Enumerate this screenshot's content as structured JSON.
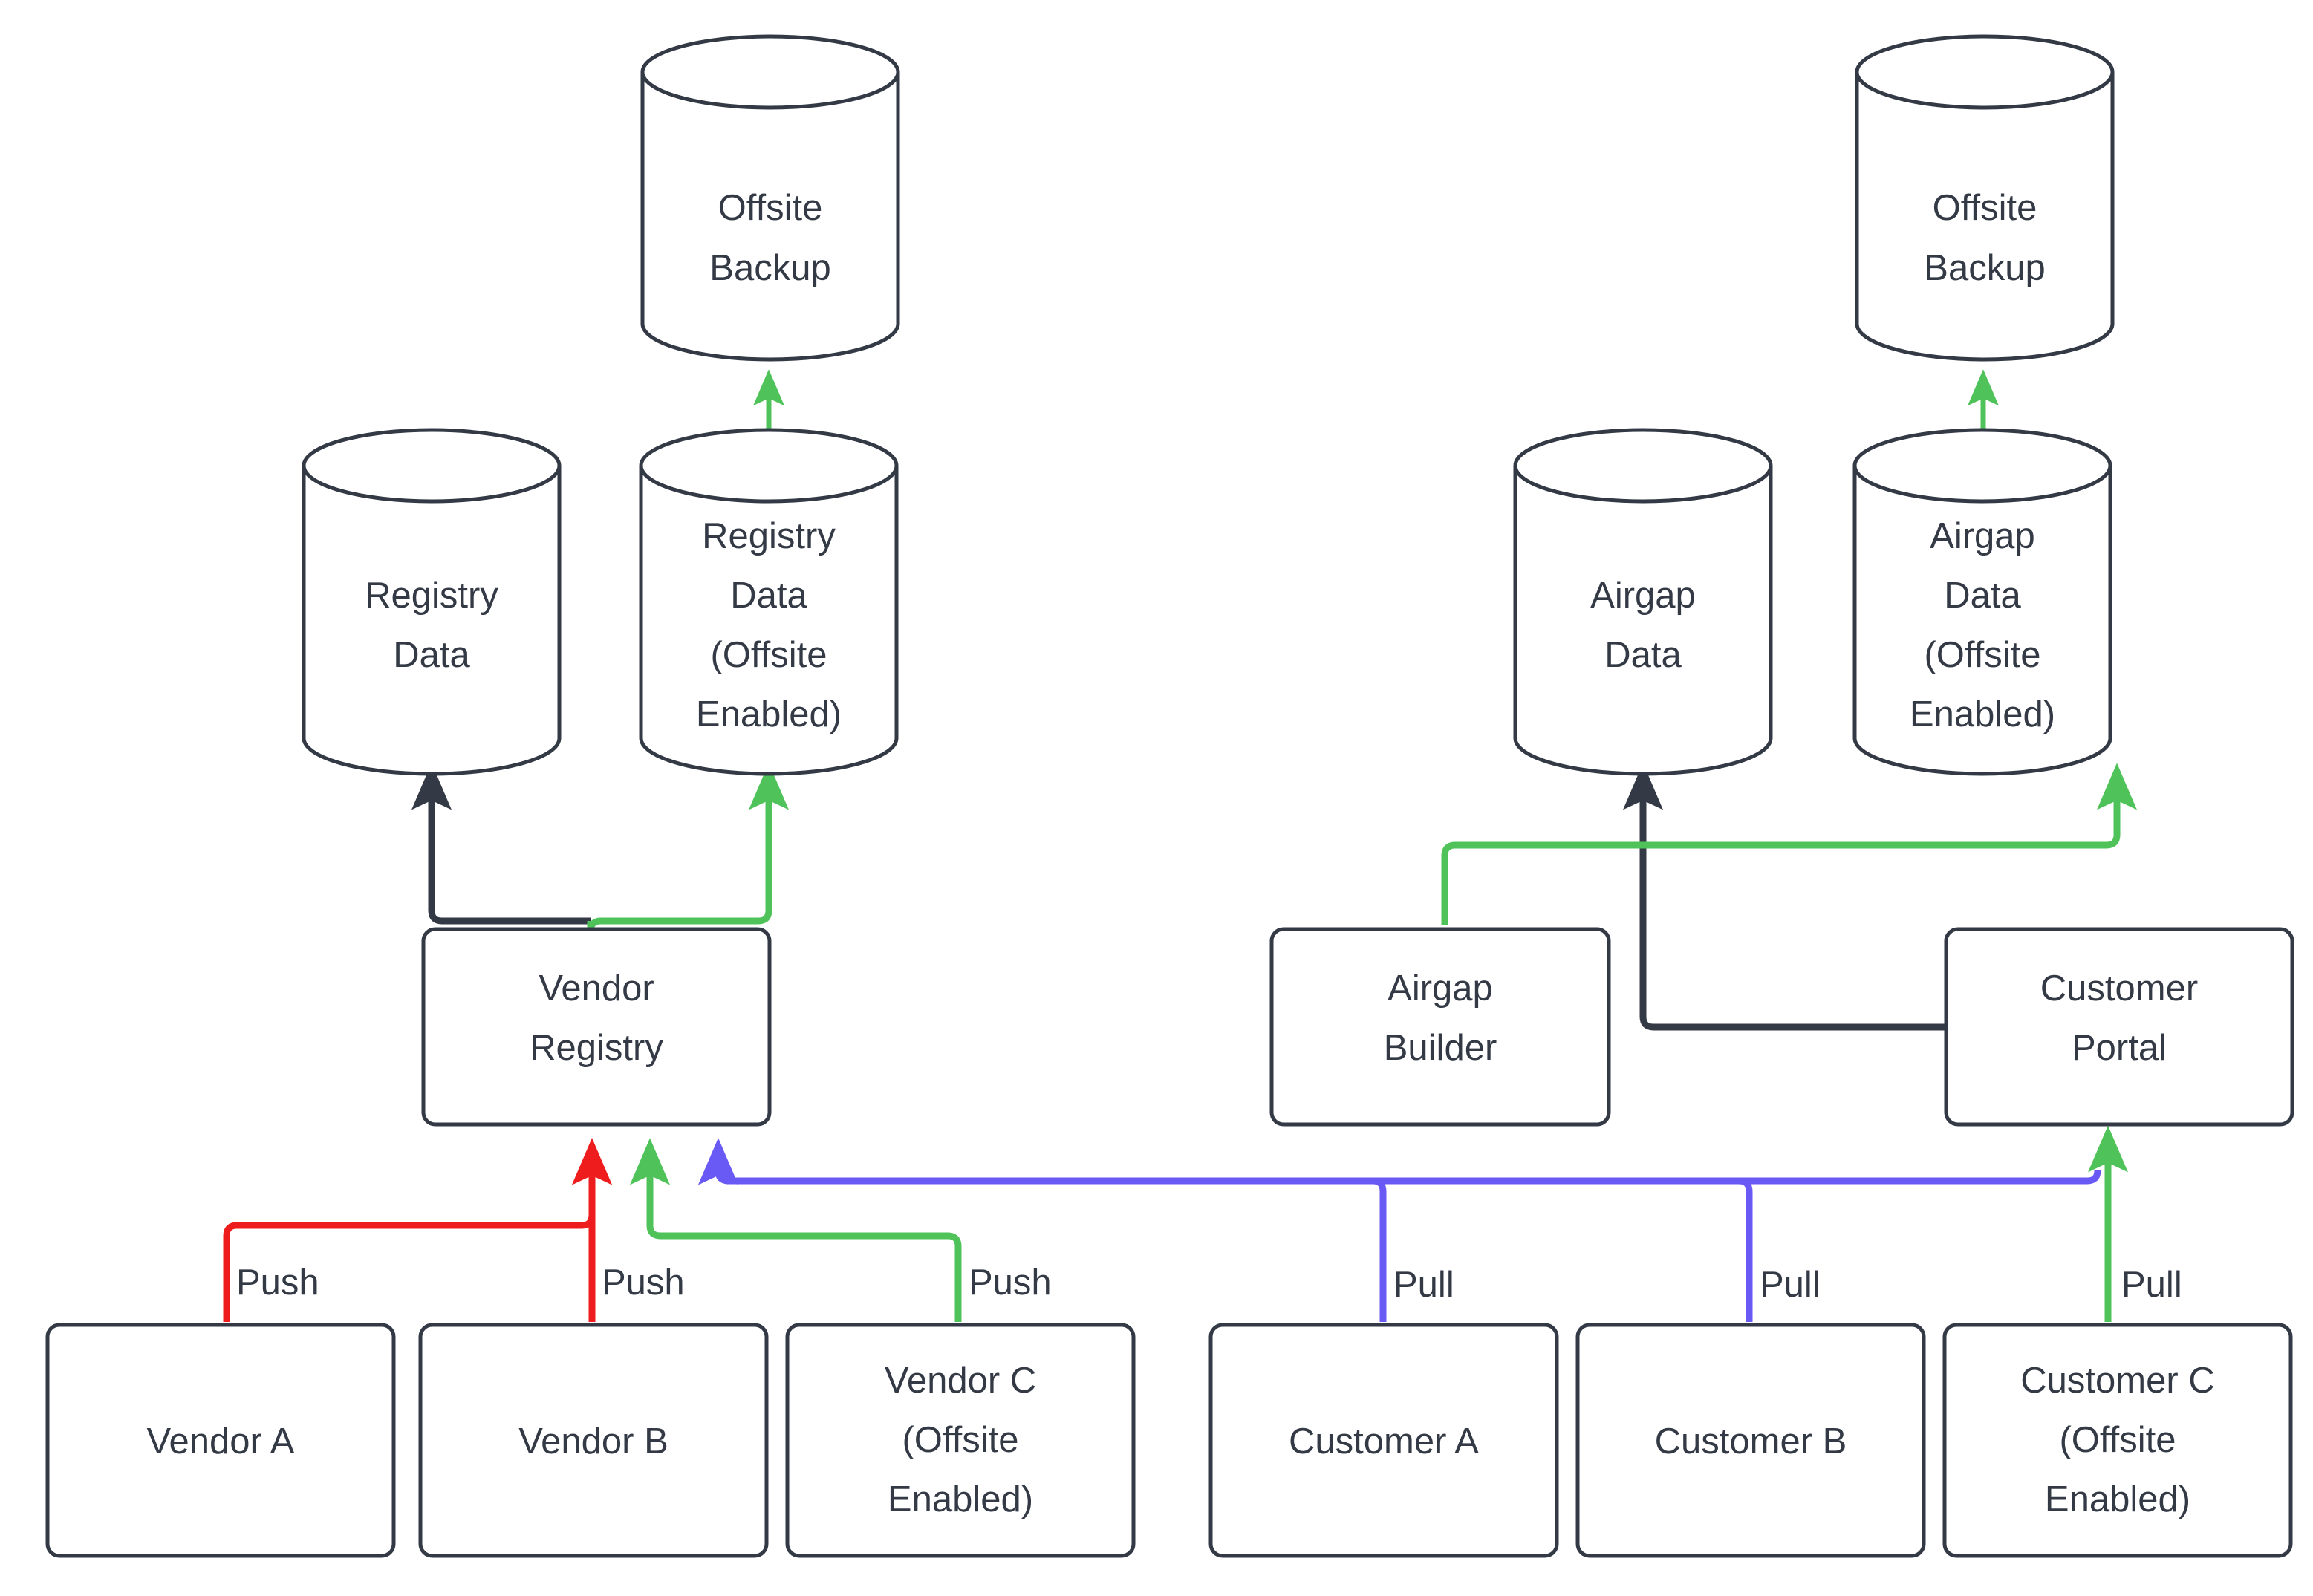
{
  "diagram": {
    "type": "flowchart",
    "background_color": "#ffffff",
    "colors": {
      "node_stroke": "#333a45",
      "node_fill": "#ffffff",
      "text": "#333a45",
      "edge_default": "#333a45",
      "edge_green": "#4fc35a",
      "edge_red": "#ee1c1c",
      "edge_blue": "#6a5af5"
    },
    "nodes": [
      {
        "id": "offsite-backup-left",
        "label": "Offsite\nBackup",
        "shape": "cylinder",
        "line1": "Offsite",
        "line2": "Backup"
      },
      {
        "id": "registry-data",
        "label": "Registry\nData",
        "shape": "cylinder",
        "line1": "Registry",
        "line2": "Data"
      },
      {
        "id": "registry-data-offsite",
        "label": "Registry\nData\n(Offsite\nEnabled)",
        "shape": "cylinder",
        "line1": "Registry",
        "line2": "Data",
        "line3": "(Offsite",
        "line4": "Enabled)"
      },
      {
        "id": "vendor-registry",
        "label": "Vendor\nRegistry",
        "shape": "box",
        "line1": "Vendor",
        "line2": "Registry"
      },
      {
        "id": "vendor-a",
        "label": "Vendor A",
        "shape": "box",
        "line1": "Vendor A"
      },
      {
        "id": "vendor-b",
        "label": "Vendor B",
        "shape": "box",
        "line1": "Vendor B"
      },
      {
        "id": "vendor-c",
        "label": "Vendor C\n(Offsite\nEnabled)",
        "shape": "box",
        "line1": "Vendor C",
        "line2": "(Offsite",
        "line3": "Enabled)"
      },
      {
        "id": "offsite-backup-right",
        "label": "Offsite\nBackup",
        "shape": "cylinder",
        "line1": "Offsite",
        "line2": "Backup"
      },
      {
        "id": "airgap-data",
        "label": "Airgap\nData",
        "shape": "cylinder",
        "line1": "Airgap",
        "line2": "Data"
      },
      {
        "id": "airgap-data-offsite",
        "label": "Airgap\nData\n(Offsite\nEnabled)",
        "shape": "cylinder",
        "line1": "Airgap",
        "line2": "Data",
        "line3": "(Offsite",
        "line4": "Enabled)"
      },
      {
        "id": "airgap-builder",
        "label": "Airgap\nBuilder",
        "shape": "box",
        "line1": "Airgap",
        "line2": "Builder"
      },
      {
        "id": "customer-portal",
        "label": "Customer\nPortal",
        "shape": "box",
        "line1": "Customer",
        "line2": "Portal"
      },
      {
        "id": "customer-a",
        "label": "Customer A",
        "shape": "box",
        "line1": "Customer A"
      },
      {
        "id": "customer-b",
        "label": "Customer B",
        "shape": "box",
        "line1": "Customer B"
      },
      {
        "id": "customer-c",
        "label": "Customer C\n(Offsite\nEnabled)",
        "shape": "box",
        "line1": "Customer C",
        "line2": "(Offsite",
        "line3": "Enabled)"
      }
    ],
    "edges": [
      {
        "id": "vendor-a-push",
        "from": "vendor-a",
        "to": "vendor-registry",
        "label": "Push",
        "color": "#ee1c1c"
      },
      {
        "id": "vendor-b-push",
        "from": "vendor-b",
        "to": "vendor-registry",
        "label": "Push",
        "color": "#ee1c1c"
      },
      {
        "id": "vendor-c-push",
        "from": "vendor-c",
        "to": "vendor-registry",
        "label": "Push",
        "color": "#4fc35a"
      },
      {
        "id": "customer-a-pull",
        "from": "customer-a",
        "to": "vendor-registry",
        "label": "Pull",
        "color": "#6a5af5"
      },
      {
        "id": "customer-b-pull",
        "from": "customer-b",
        "to": "vendor-registry",
        "label": "Pull",
        "color": "#6a5af5"
      },
      {
        "id": "customer-c-pull",
        "from": "customer-c",
        "to": "customer-portal",
        "label": "Pull",
        "color": "#4fc35a"
      },
      {
        "id": "registry-store",
        "from": "vendor-registry",
        "to": "registry-data",
        "label": "",
        "color": "#333a45"
      },
      {
        "id": "registry-store-offsite",
        "from": "vendor-registry",
        "to": "registry-data-offsite",
        "label": "",
        "color": "#4fc35a"
      },
      {
        "id": "registry-backup",
        "from": "registry-data-offsite",
        "to": "offsite-backup-left",
        "label": "",
        "color": "#4fc35a"
      },
      {
        "id": "airgap-store",
        "from": "customer-portal",
        "to": "airgap-data",
        "label": "",
        "color": "#333a45"
      },
      {
        "id": "airgap-store-offsite",
        "from": "airgap-builder",
        "to": "airgap-data-offsite",
        "label": "",
        "color": "#4fc35a"
      },
      {
        "id": "airgap-backup",
        "from": "airgap-data-offsite",
        "to": "offsite-backup-right",
        "label": "",
        "color": "#4fc35a"
      }
    ],
    "edge_labels": {
      "push": "Push",
      "pull": "Pull"
    }
  }
}
